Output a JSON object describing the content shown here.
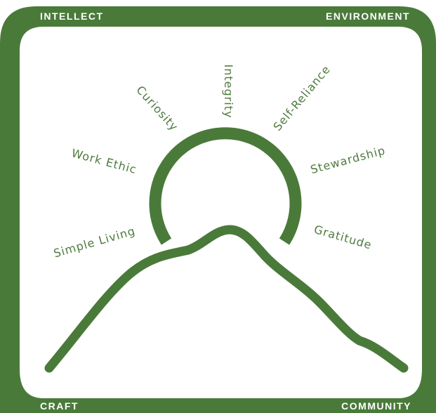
{
  "colors": {
    "frame": "#4a7a3a",
    "text": "#4e7a3f",
    "background": "#ffffff"
  },
  "corners": {
    "top_left": "INTELLECT",
    "top_right": "ENVIRONMENT",
    "bottom_left": "CRAFT",
    "bottom_right": "COMMUNITY"
  },
  "values": [
    "Simple Living",
    "Work Ethic",
    "Curiosity",
    "Integrity",
    "Self-Reliance",
    "Stewardship",
    "Gratitude"
  ]
}
